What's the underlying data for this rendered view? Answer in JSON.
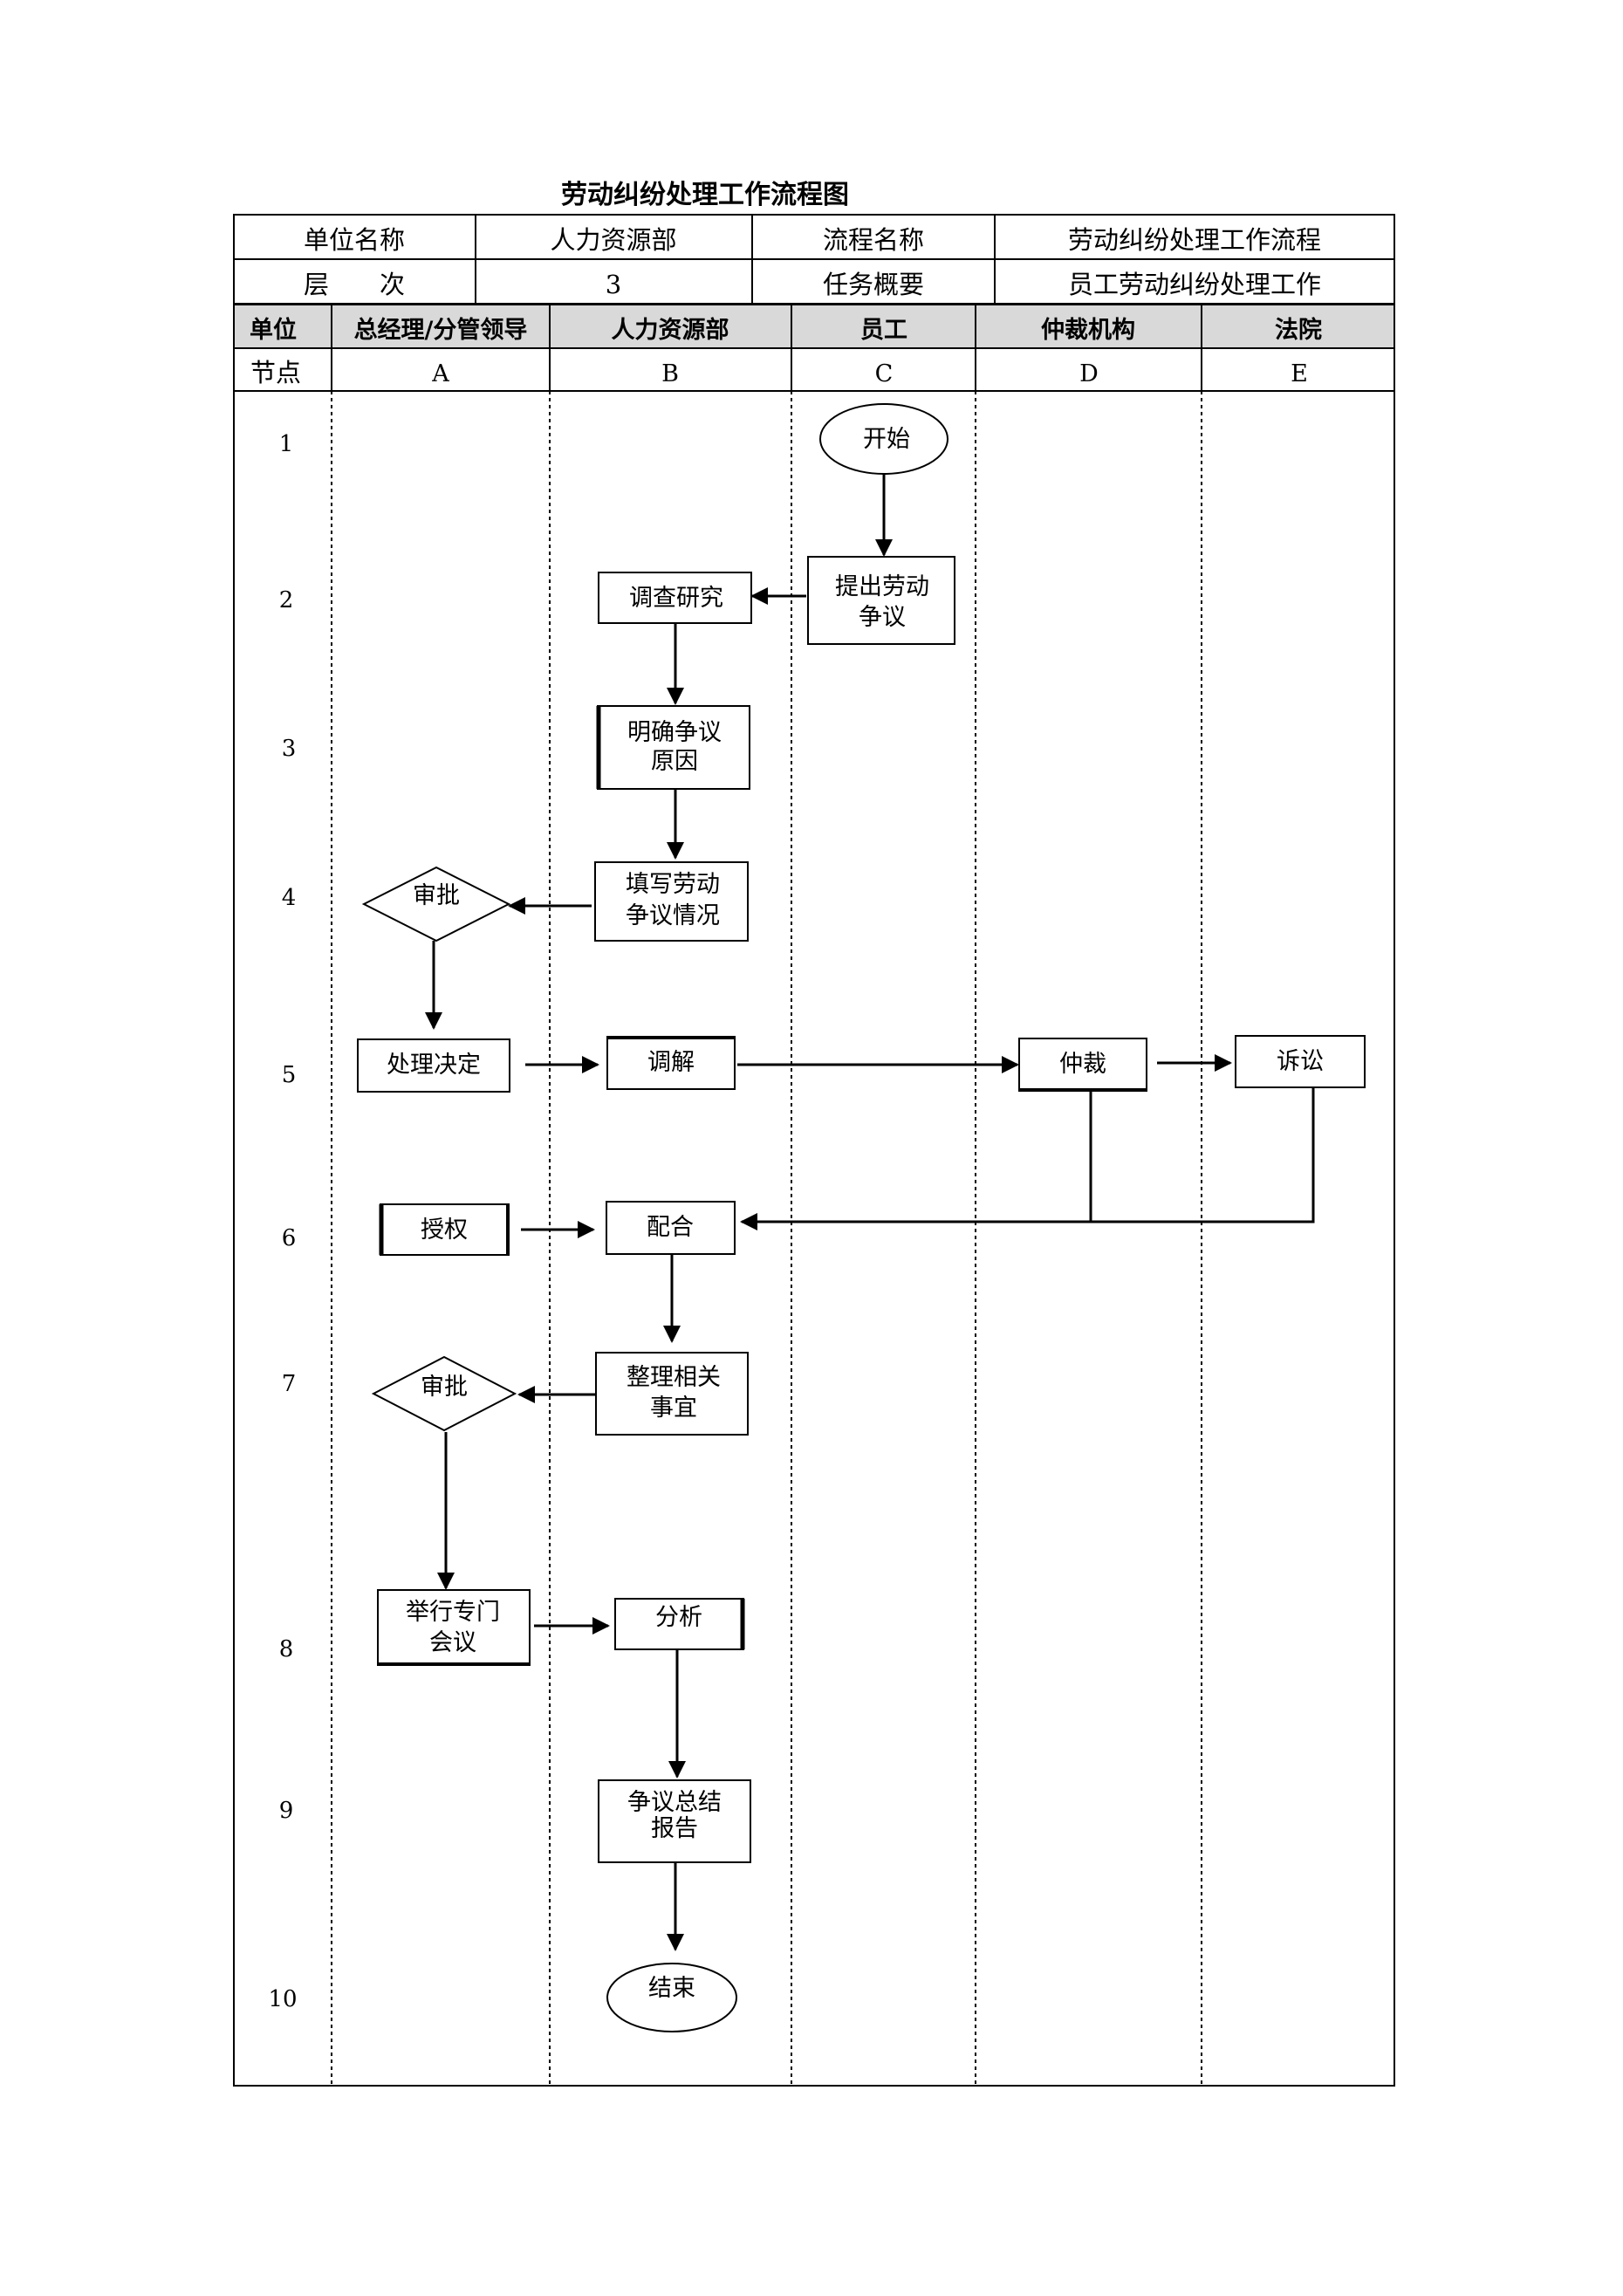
{
  "title": "劳动纠纷处理工作流程图",
  "info": {
    "unit_label": "单位名称",
    "unit_value": "人力资源部",
    "process_label": "流程名称",
    "process_value": "劳动纠纷处理工作流程",
    "level_label": "层　　次",
    "level_value": "3",
    "summary_label": "任务概要",
    "summary_value": "员工劳动纠纷处理工作"
  },
  "lanes": {
    "unit_label": "单位",
    "node_label": "节点",
    "columns": [
      {
        "name": "总经理/分管领导",
        "code": "A"
      },
      {
        "name": "人力资源部",
        "code": "B"
      },
      {
        "name": "员工",
        "code": "C"
      },
      {
        "name": "仲裁机构",
        "code": "D"
      },
      {
        "name": "法院",
        "code": "E"
      }
    ]
  },
  "rows": [
    "1",
    "2",
    "3",
    "4",
    "5",
    "6",
    "7",
    "8",
    "9",
    "10"
  ],
  "nodes": {
    "start": "开始",
    "propose": [
      "提出劳动",
      "争议"
    ],
    "investigate": "调查研究",
    "clarify": [
      "明确争议",
      "原因"
    ],
    "fill": [
      "填写劳动",
      "争议情况"
    ],
    "approve1": "审批",
    "decide": "处理决定",
    "mediate": "调解",
    "arbitrate": "仲裁",
    "lawsuit": "诉讼",
    "authorize": "授权",
    "cooperate": "配合",
    "organize": [
      "整理相关",
      "事宜"
    ],
    "approve2": "审批",
    "meeting": [
      "举行专门",
      "会议"
    ],
    "analyze": "分析",
    "summary": [
      "争议总结",
      "报告"
    ],
    "end": "结束"
  }
}
